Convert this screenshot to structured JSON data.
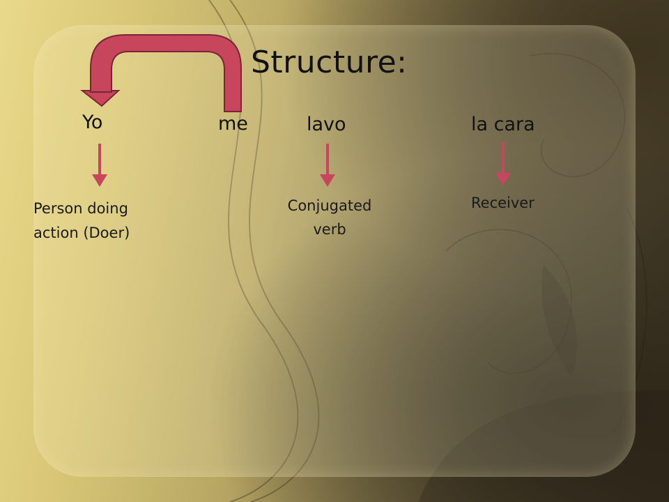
{
  "title": "Structure:",
  "words": {
    "subject": "Yo",
    "pronoun": "me",
    "verb": "lavo",
    "object": "la cara"
  },
  "labels": {
    "subject": "Person doing action (Doer)",
    "verb": "Conjugated verb",
    "object": "Receiver"
  },
  "colors": {
    "arrow": "#c8465c",
    "arrow_outline": "#7a2536",
    "text": "#111111"
  }
}
